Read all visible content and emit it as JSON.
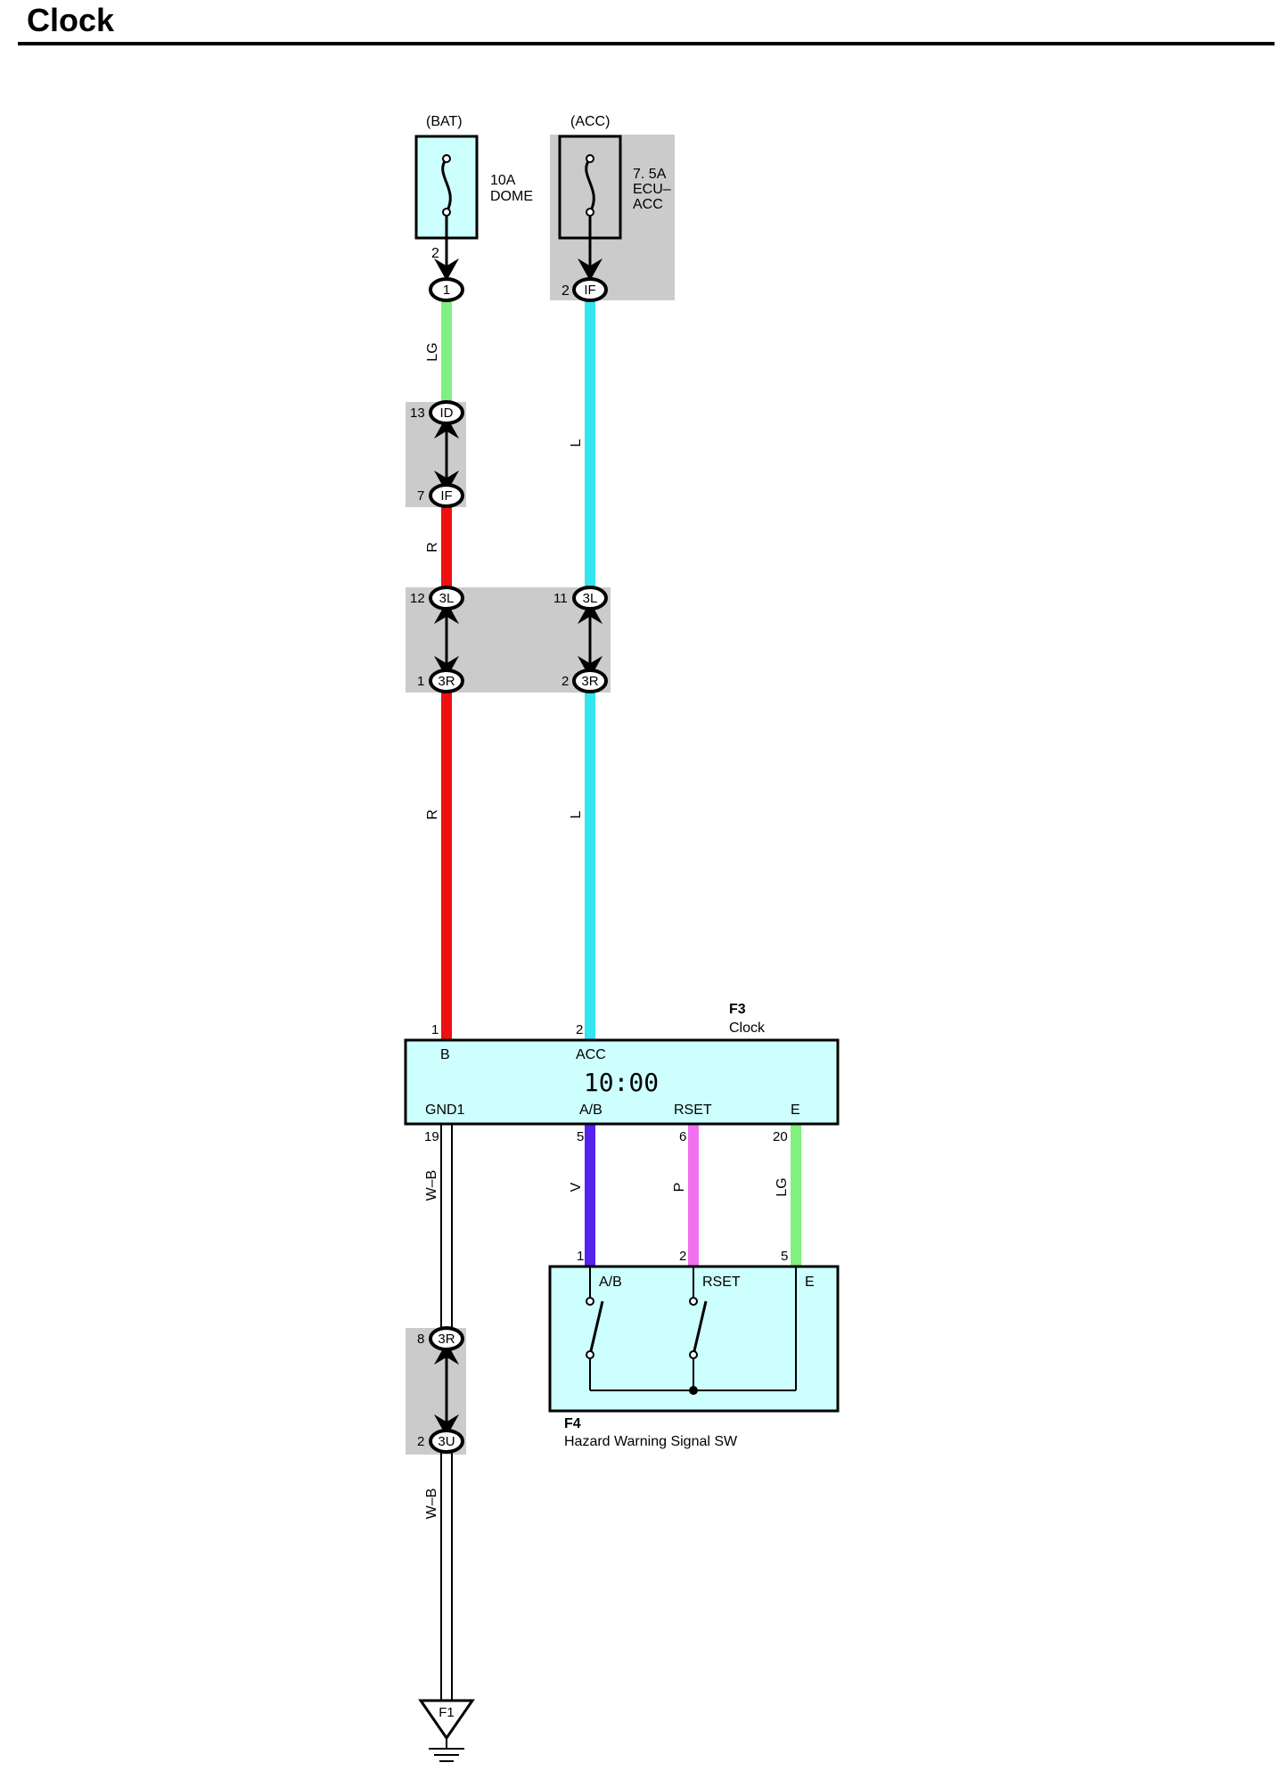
{
  "title": "Clock",
  "colors": {
    "LG": "#80f080",
    "L": "#33e6f0",
    "R": "#f01010",
    "V": "#5522ee",
    "P": "#f070f0",
    "component_fill": "#ccfffd",
    "splice_fill": "#cbcbcb"
  },
  "fuses": {
    "bat": {
      "supply": "(BAT)",
      "rating": "10A",
      "name": "DOME",
      "pin": "2"
    },
    "acc": {
      "supply": "(ACC)",
      "rating": "7. 5A",
      "name_line1": "ECU–",
      "name_line2": "ACC",
      "pin": "2"
    }
  },
  "connectors": {
    "c1": {
      "code": "1"
    },
    "c_if_acc": {
      "code": "IF"
    },
    "c_id": {
      "code": "ID",
      "pin": "13"
    },
    "c_if": {
      "code": "IF",
      "pin": "7"
    },
    "c_3l_b": {
      "code": "3L",
      "pin": "12"
    },
    "c_3l_acc": {
      "code": "3L",
      "pin": "11"
    },
    "c_3r_b": {
      "code": "3R",
      "pin": "1"
    },
    "c_3r_acc": {
      "code": "3R",
      "pin": "2"
    },
    "c_3r_gnd": {
      "code": "3R",
      "pin": "8"
    },
    "c_3u": {
      "code": "3U",
      "pin": "2"
    }
  },
  "wires": {
    "lg_top": "LG",
    "l_top": "L",
    "r_mid": "R",
    "r_low": "R",
    "l_low": "L",
    "wb_top": "W–B",
    "wb_bottom": "W–B",
    "v": "V",
    "p": "P",
    "lg_bottom": "LG"
  },
  "clock": {
    "id": "F3",
    "name": "Clock",
    "display": "10:00",
    "terminals": {
      "b": "B",
      "acc": "ACC",
      "gnd1": "GND1",
      "ab": "A/B",
      "rset": "RSET",
      "e": "E"
    },
    "pins": {
      "b": "1",
      "acc": "2",
      "gnd1": "19",
      "ab": "5",
      "rset": "6",
      "e": "20"
    }
  },
  "hazard_switch": {
    "id": "F4",
    "name": "Hazard Warning Signal SW",
    "terminals": {
      "ab": "A/B",
      "rset": "RSET",
      "e": "E"
    },
    "pins": {
      "ab": "1",
      "rset": "2",
      "e": "5"
    }
  },
  "ground": {
    "code": "F1"
  }
}
